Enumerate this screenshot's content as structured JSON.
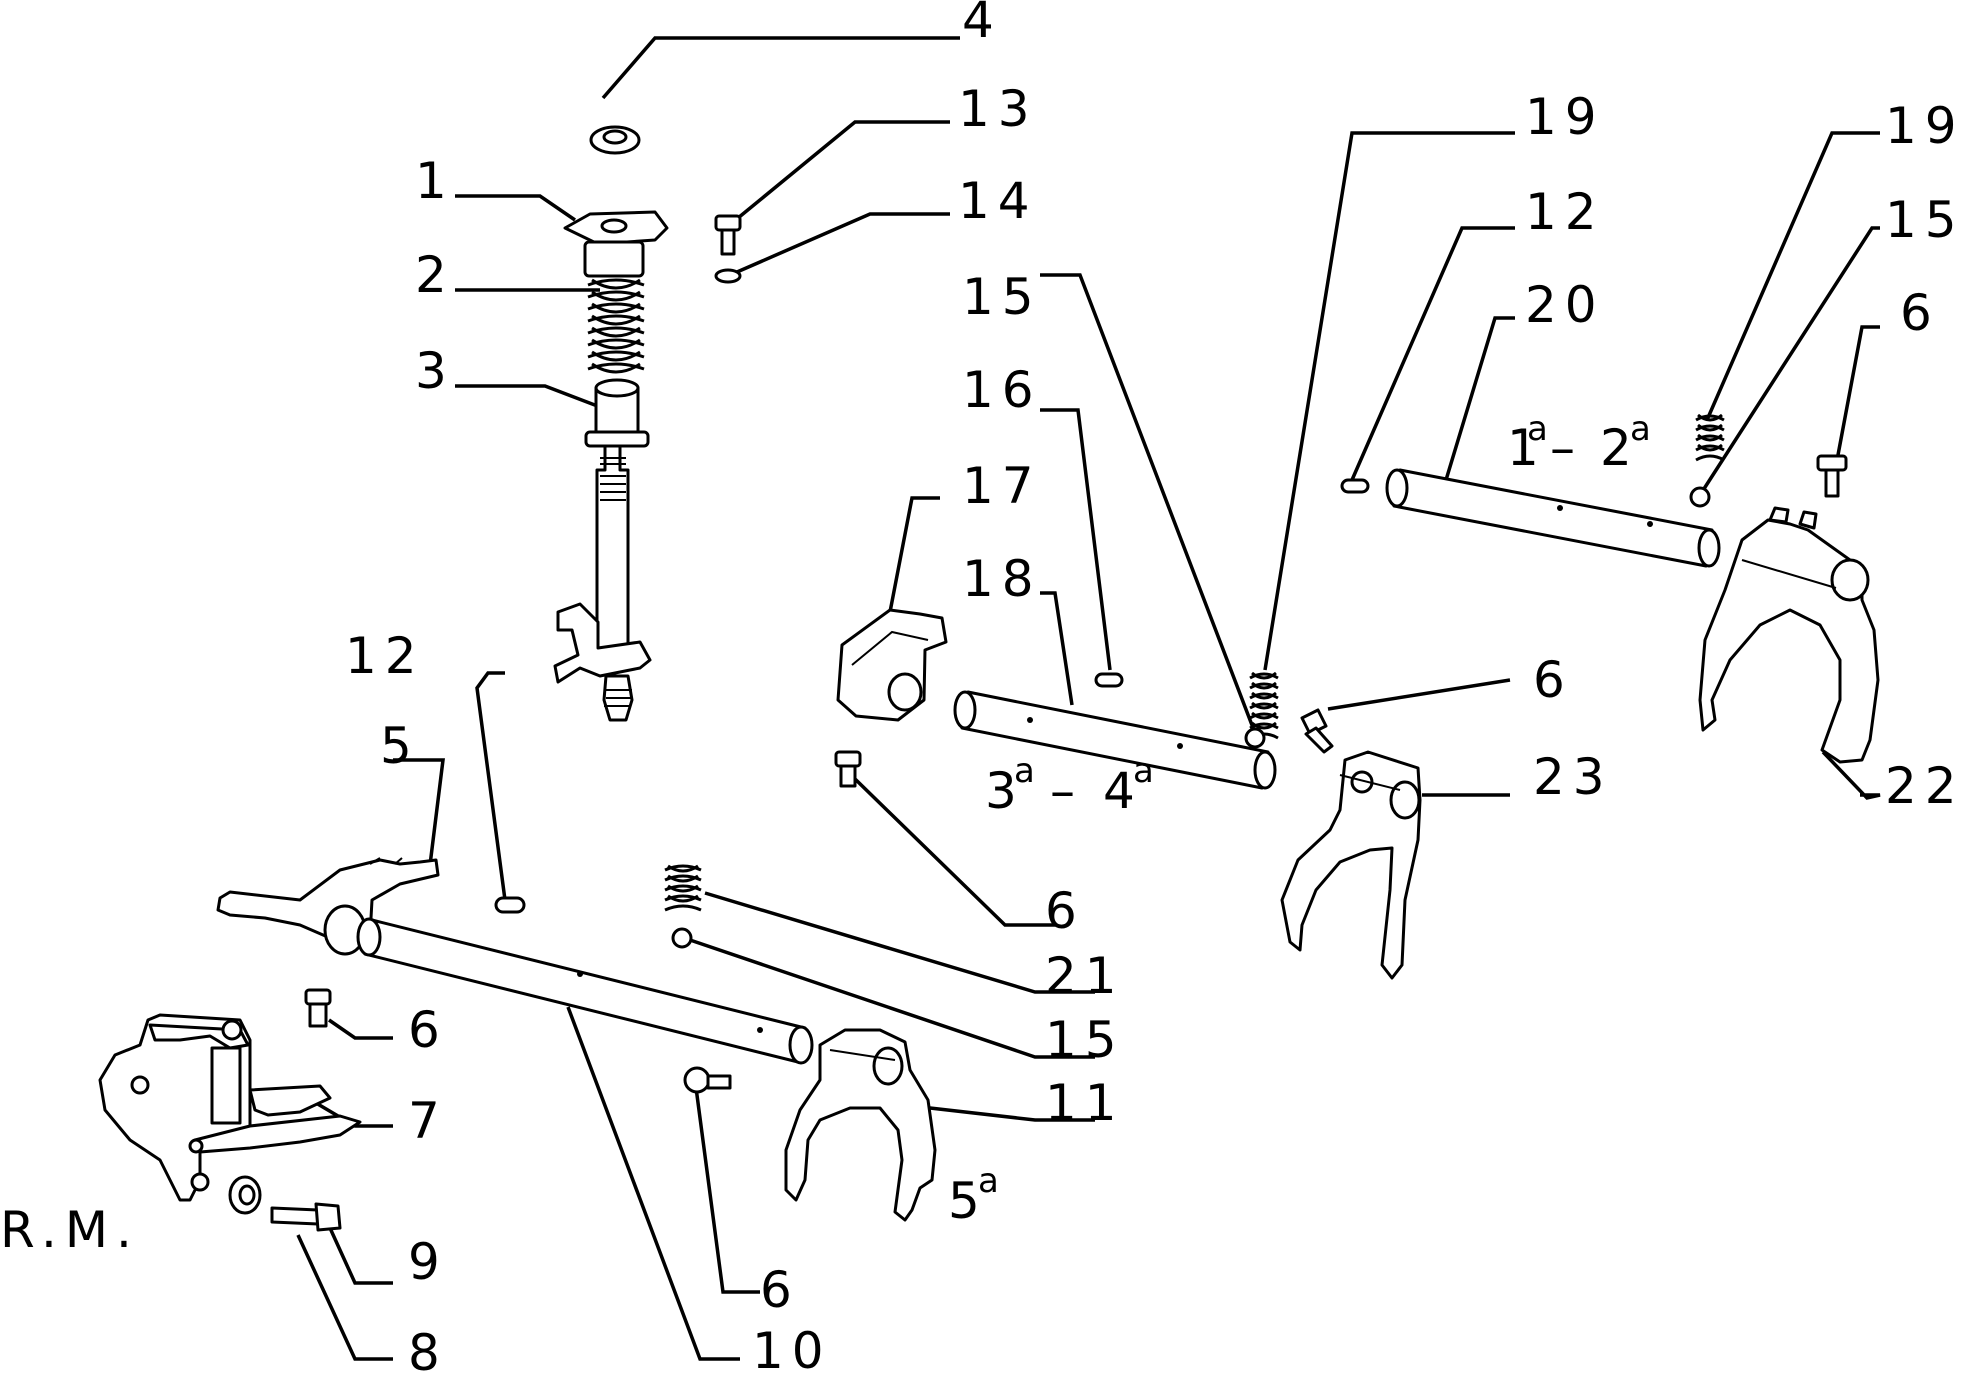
{
  "diagram": {
    "callouts": {
      "c1": "1",
      "c2": "2",
      "c3": "3",
      "c4": "4",
      "c5": "5",
      "c6a": "6",
      "c6b": "6",
      "c6c": "6",
      "c6d": "6",
      "c6e": "6",
      "c7": "7",
      "c8": "8",
      "c9": "9",
      "c10": "10",
      "c11": "11",
      "c12a": "12",
      "c12b": "12",
      "c13": "13",
      "c14": "14",
      "c15a": "15",
      "c15b": "15",
      "c15c": "15",
      "c16": "16",
      "c17": "17",
      "c18": "18",
      "c19a": "19",
      "c19b": "19",
      "c20": "20",
      "c21": "21",
      "c22": "22",
      "c23": "23"
    },
    "gear_labels": {
      "first_second": {
        "a": "1",
        "a_sup": "a",
        "sep": "–",
        "b": "2",
        "b_sup": "a"
      },
      "third_fourth": {
        "a": "3",
        "a_sup": "a",
        "sep": "–",
        "b": "4",
        "b_sup": "a"
      },
      "fifth": {
        "a": "5",
        "a_sup": "a"
      }
    },
    "note": "R.M."
  }
}
